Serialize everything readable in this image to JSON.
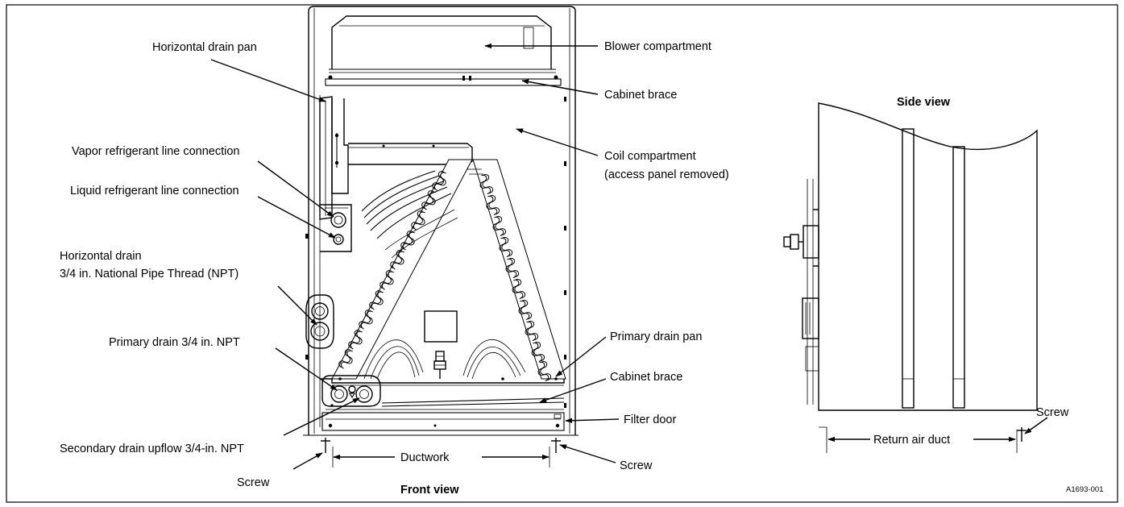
{
  "labels": {
    "horizontal_drain_pan": "Horizontal drain pan",
    "blower_compartment": "Blower compartment",
    "cabinet_brace_top": "Cabinet brace",
    "vapor_line": "Vapor refrigerant line connection",
    "coil_compartment_1": "Coil compartment",
    "coil_compartment_2": "(access panel removed)",
    "liquid_line": "Liquid refrigerant line connection",
    "horizontal_drain_1": "Horizontal drain",
    "horizontal_drain_2": "3/4 in. National Pipe Thread (NPT)",
    "primary_drain": "Primary drain 3/4 in. NPT",
    "primary_drain_pan": "Primary drain pan",
    "cabinet_brace_bottom": "Cabinet brace",
    "filter_door": "Filter door",
    "secondary_drain": "Secondary drain upflow 3/4-in. NPT",
    "ductwork": "Ductwork",
    "screw_left": "Screw",
    "screw_right": "Screw",
    "screw_side": "Screw",
    "return_air_duct": "Return air duct",
    "front_view": "Front view",
    "side_view": "Side view",
    "figure_ref": "A1693-001"
  }
}
